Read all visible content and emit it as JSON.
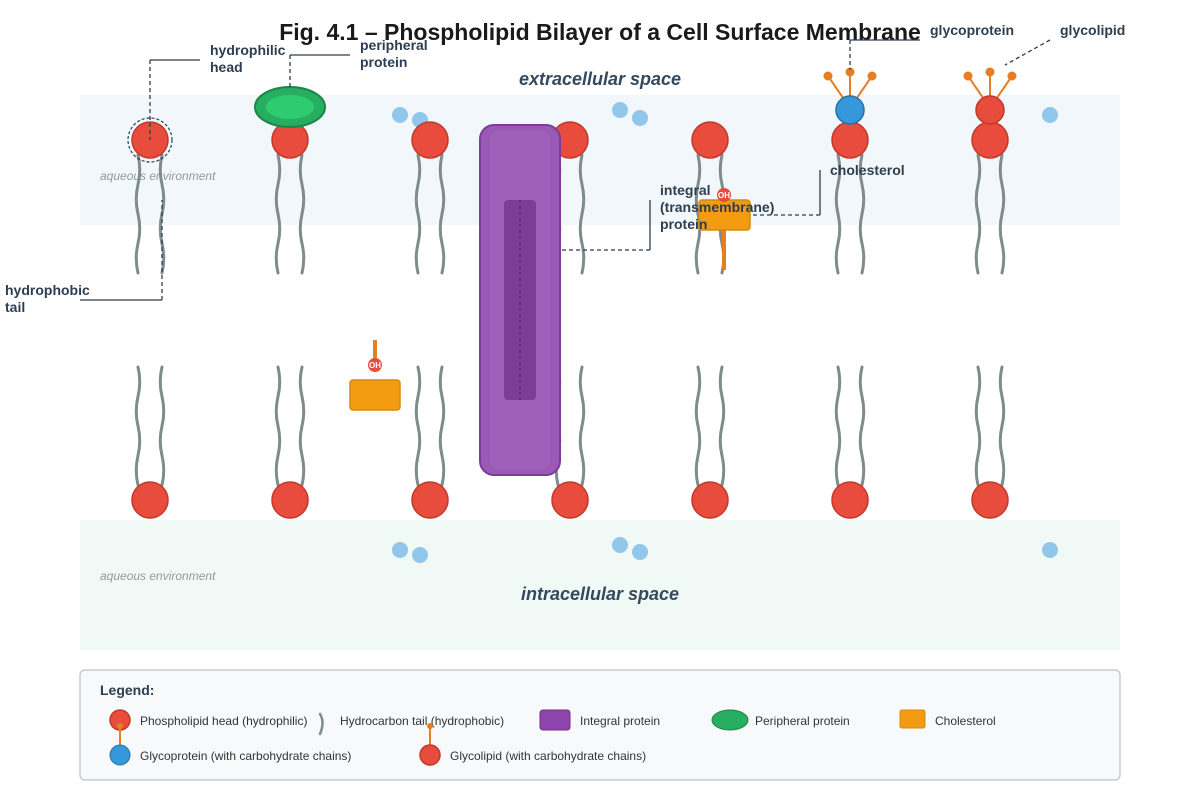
{
  "title": "Fig. 4.1 – Phospholipid Bilayer of a Cell Surface Membrane",
  "regions": {
    "extracellular": "extracellular space",
    "intracellular": "intracellular space",
    "aqueous_top": "aqueous environment",
    "aqueous_bottom": "aqueous environment"
  },
  "labels": {
    "hydrophilic_head": [
      "hydrophilic",
      "head"
    ],
    "peripheral_protein": [
      "peripheral",
      "protein"
    ],
    "hydrophobic_tail": [
      "hydrophobic",
      "tail"
    ],
    "integral_protein": [
      "integral",
      "(transmembrane)",
      "protein"
    ],
    "glycoprotein": "glycoprotein",
    "glycolipid": "glycolipid",
    "cholesterol": "cholesterol"
  },
  "oh_label": "OH",
  "legend": {
    "title": "Legend:",
    "items": [
      {
        "icon": "phospholipid-head",
        "label": "Phospholipid head (hydrophilic)"
      },
      {
        "icon": "hydrocarbon-tail",
        "label": "Hydrocarbon tail (hydrophobic)"
      },
      {
        "icon": "integral-protein",
        "label": "Integral protein"
      },
      {
        "icon": "peripheral-protein",
        "label": "Peripheral protein"
      },
      {
        "icon": "cholesterol",
        "label": "Cholesterol"
      },
      {
        "icon": "glycoprotein",
        "label": "Glycoprotein (with carbohydrate chains)"
      },
      {
        "icon": "glycolipid",
        "label": "Glycolipid (with carbohydrate chains)"
      }
    ]
  },
  "colors": {
    "phospholipid_head": "#e74c3c",
    "tail": "#7f8c8d",
    "integral_protein": "#9b59b6",
    "peripheral_protein": "#27ae60",
    "cholesterol": "#f39c12",
    "glycoprotein": "#3498db",
    "carbohydrate_chain": "#e67e22",
    "water": "#85c1e9",
    "extracellular_bg": "#f2f7fb",
    "intracellular_bg": "#f0f9f5"
  }
}
